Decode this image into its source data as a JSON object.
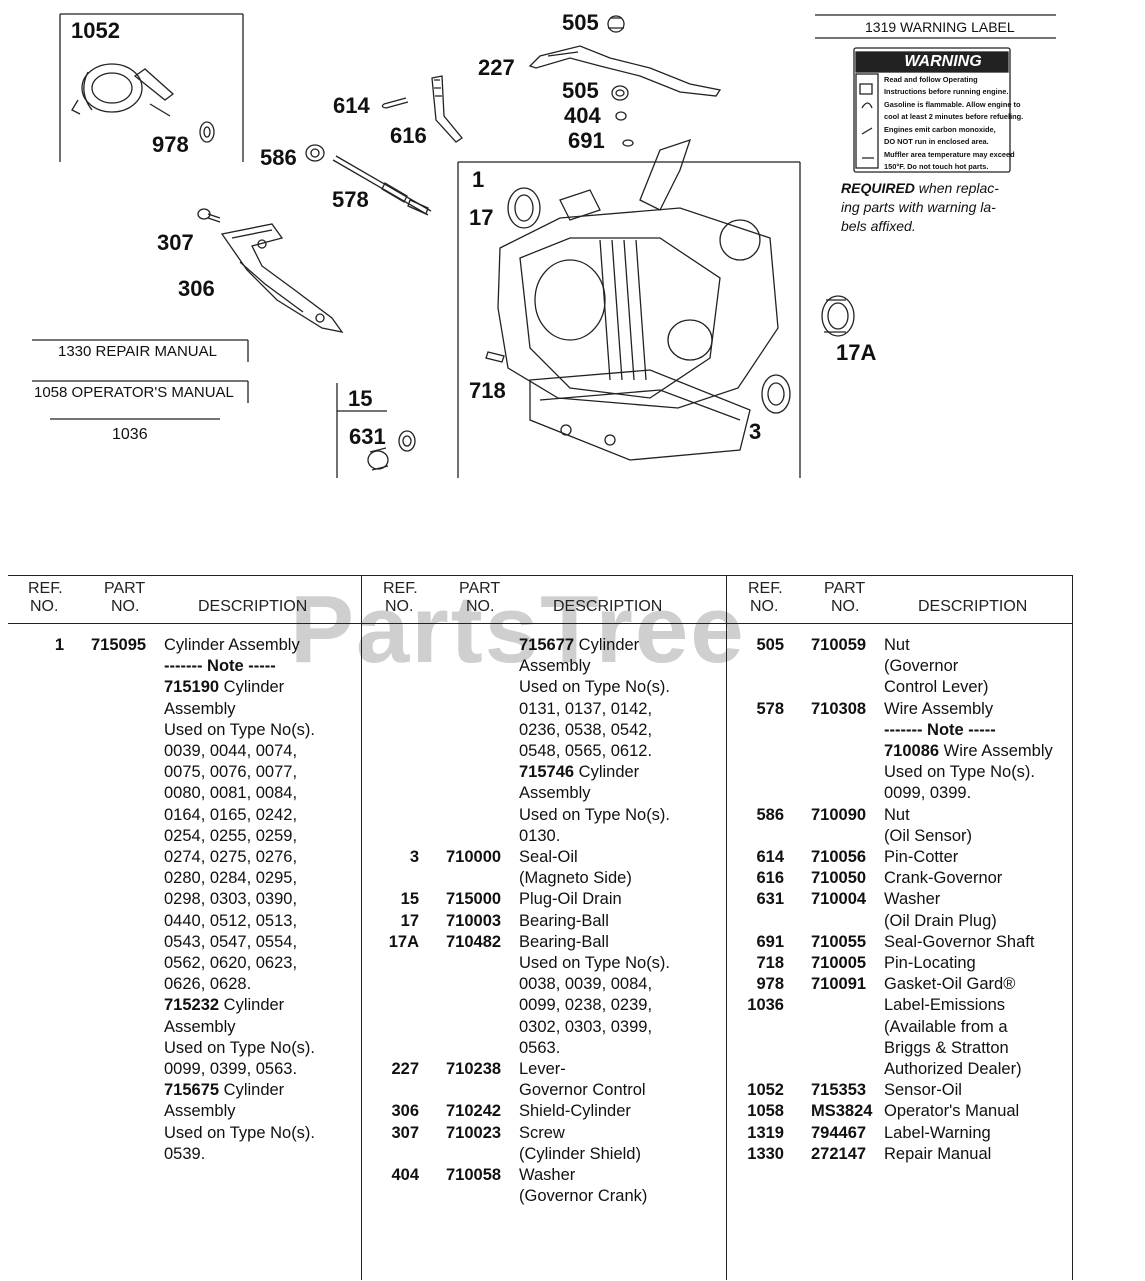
{
  "diagram": {
    "callouts": [
      {
        "id": "c1052",
        "text": "1052"
      },
      {
        "id": "c978",
        "text": "978"
      },
      {
        "id": "c614",
        "text": "614"
      },
      {
        "id": "c616",
        "text": "616"
      },
      {
        "id": "c586",
        "text": "586"
      },
      {
        "id": "c578",
        "text": "578"
      },
      {
        "id": "c307",
        "text": "307"
      },
      {
        "id": "c306",
        "text": "306"
      },
      {
        "id": "c505a",
        "text": "505"
      },
      {
        "id": "c227",
        "text": "227"
      },
      {
        "id": "c505b",
        "text": "505"
      },
      {
        "id": "c404",
        "text": "404"
      },
      {
        "id": "c691",
        "text": "691"
      },
      {
        "id": "c1",
        "text": "1"
      },
      {
        "id": "c17",
        "text": "17"
      },
      {
        "id": "c718",
        "text": "718"
      },
      {
        "id": "c3",
        "text": "3"
      },
      {
        "id": "c17A",
        "text": "17A"
      },
      {
        "id": "c15",
        "text": "15"
      },
      {
        "id": "c631",
        "text": "631"
      }
    ],
    "labels": {
      "repair_manual": "1330 REPAIR MANUAL",
      "operators_manual": "1058 OPERATOR'S MANUAL",
      "emissions": "1036",
      "warning_label": "1319 WARNING LABEL"
    },
    "warning_sticker": {
      "title": "WARNING",
      "lines": [
        "Read and follow Operating",
        "Instructions before running engine.",
        "Gasoline is flammable. Allow engine to",
        "cool at least 2 minutes before refueling.",
        "Engines emit carbon monoxide,",
        "DO NOT run in enclosed area.",
        "Muffler area temperature may exceed",
        "150°F. Do not touch hot parts."
      ]
    },
    "required_note": [
      "REQUIRED when replac-",
      "ing parts with warning la-",
      "bels affixed."
    ]
  },
  "watermark": "PartsTree",
  "table": {
    "headers": {
      "ref_top": "REF.",
      "ref_bottom": "NO.",
      "part_top": "PART",
      "part_bottom": "NO.",
      "description": "DESCRIPTION"
    },
    "columns": [
      [
        {
          "ref": "1",
          "part": "715095",
          "desc": "Cylinder Assembly"
        },
        {
          "desc": "------- Note -----",
          "bold": true
        },
        {
          "pn": "715190",
          "desc": " Cylinder"
        },
        {
          "desc": "Assembly"
        },
        {
          "desc": "Used on Type No(s)."
        },
        {
          "desc": "0039, 0044, 0074,"
        },
        {
          "desc": "0075, 0076, 0077,"
        },
        {
          "desc": "0080, 0081, 0084,"
        },
        {
          "desc": "0164, 0165, 0242,"
        },
        {
          "desc": "0254, 0255, 0259,"
        },
        {
          "desc": "0274, 0275, 0276,"
        },
        {
          "desc": "0280, 0284, 0295,"
        },
        {
          "desc": "0298, 0303, 0390,"
        },
        {
          "desc": "0440, 0512, 0513,"
        },
        {
          "desc": "0543, 0547, 0554,"
        },
        {
          "desc": "0562, 0620, 0623,"
        },
        {
          "desc": "0626, 0628."
        },
        {
          "pn": "715232",
          "desc": " Cylinder"
        },
        {
          "desc": "Assembly"
        },
        {
          "desc": "Used on Type No(s)."
        },
        {
          "desc": "0099, 0399, 0563."
        },
        {
          "pn": "715675",
          "desc": " Cylinder"
        },
        {
          "desc": "Assembly"
        },
        {
          "desc": "Used on Type No(s)."
        },
        {
          "desc": "0539."
        }
      ],
      [
        {
          "pn": "715677",
          "desc": " Cylinder"
        },
        {
          "desc": "Assembly"
        },
        {
          "desc": "Used on Type No(s)."
        },
        {
          "desc": "0131, 0137, 0142,"
        },
        {
          "desc": "0236, 0538, 0542,"
        },
        {
          "desc": "0548, 0565, 0612."
        },
        {
          "pn": "715746",
          "desc": " Cylinder"
        },
        {
          "desc": "Assembly"
        },
        {
          "desc": "Used on Type No(s)."
        },
        {
          "desc": "0130."
        },
        {
          "ref": "3",
          "part": "710000",
          "desc": "Seal-Oil"
        },
        {
          "desc": "(Magneto Side)"
        },
        {
          "ref": "15",
          "part": "715000",
          "desc": "Plug-Oil Drain"
        },
        {
          "ref": "17",
          "part": "710003",
          "desc": "Bearing-Ball"
        },
        {
          "ref": "17A",
          "part": "710482",
          "desc": "Bearing-Ball"
        },
        {
          "desc": "Used on Type No(s)."
        },
        {
          "desc": "0038, 0039, 0084,"
        },
        {
          "desc": "0099, 0238, 0239,"
        },
        {
          "desc": "0302, 0303, 0399,"
        },
        {
          "desc": "0563."
        },
        {
          "ref": "227",
          "part": "710238",
          "desc": "Lever-"
        },
        {
          "desc": "Governor Control"
        },
        {
          "ref": "306",
          "part": "710242",
          "desc": "Shield-Cylinder"
        },
        {
          "ref": "307",
          "part": "710023",
          "desc": "Screw"
        },
        {
          "desc": "(Cylinder Shield)"
        },
        {
          "ref": "404",
          "part": "710058",
          "desc": "Washer"
        },
        {
          "desc": "(Governor Crank)"
        }
      ],
      [
        {
          "ref": "505",
          "part": "710059",
          "desc": "Nut"
        },
        {
          "desc": "(Governor"
        },
        {
          "desc": "Control Lever)"
        },
        {
          "ref": "578",
          "part": "710308",
          "desc": "Wire Assembly"
        },
        {
          "desc": "------- Note -----",
          "bold": true
        },
        {
          "pn": "710086",
          "desc": " Wire Assembly"
        },
        {
          "desc": "Used on Type No(s)."
        },
        {
          "desc": "0099, 0399."
        },
        {
          "ref": "586",
          "part": "710090",
          "desc": "Nut"
        },
        {
          "desc": "(Oil Sensor)"
        },
        {
          "ref": "614",
          "part": "710056",
          "desc": "Pin-Cotter"
        },
        {
          "ref": "616",
          "part": "710050",
          "desc": "Crank-Governor"
        },
        {
          "ref": "631",
          "part": "710004",
          "desc": "Washer"
        },
        {
          "desc": "(Oil Drain Plug)"
        },
        {
          "ref": "691",
          "part": "710055",
          "desc": "Seal-Governor Shaft"
        },
        {
          "ref": "718",
          "part": "710005",
          "desc": "Pin-Locating"
        },
        {
          "ref": "978",
          "part": "710091",
          "desc": "Gasket-Oil Gard®"
        },
        {
          "ref": "1036",
          "part": "",
          "desc": "Label-Emissions"
        },
        {
          "desc": "(Available from a"
        },
        {
          "desc": "Briggs & Stratton"
        },
        {
          "desc": "Authorized Dealer)"
        },
        {
          "ref": "1052",
          "part": "715353",
          "desc": "Sensor-Oil"
        },
        {
          "ref": "1058",
          "part": "MS3824",
          "desc": "Operator's Manual"
        },
        {
          "ref": "1319",
          "part": "794467",
          "desc": "Label-Warning"
        },
        {
          "ref": "1330",
          "part": "272147",
          "desc": "Repair Manual"
        }
      ]
    ]
  }
}
